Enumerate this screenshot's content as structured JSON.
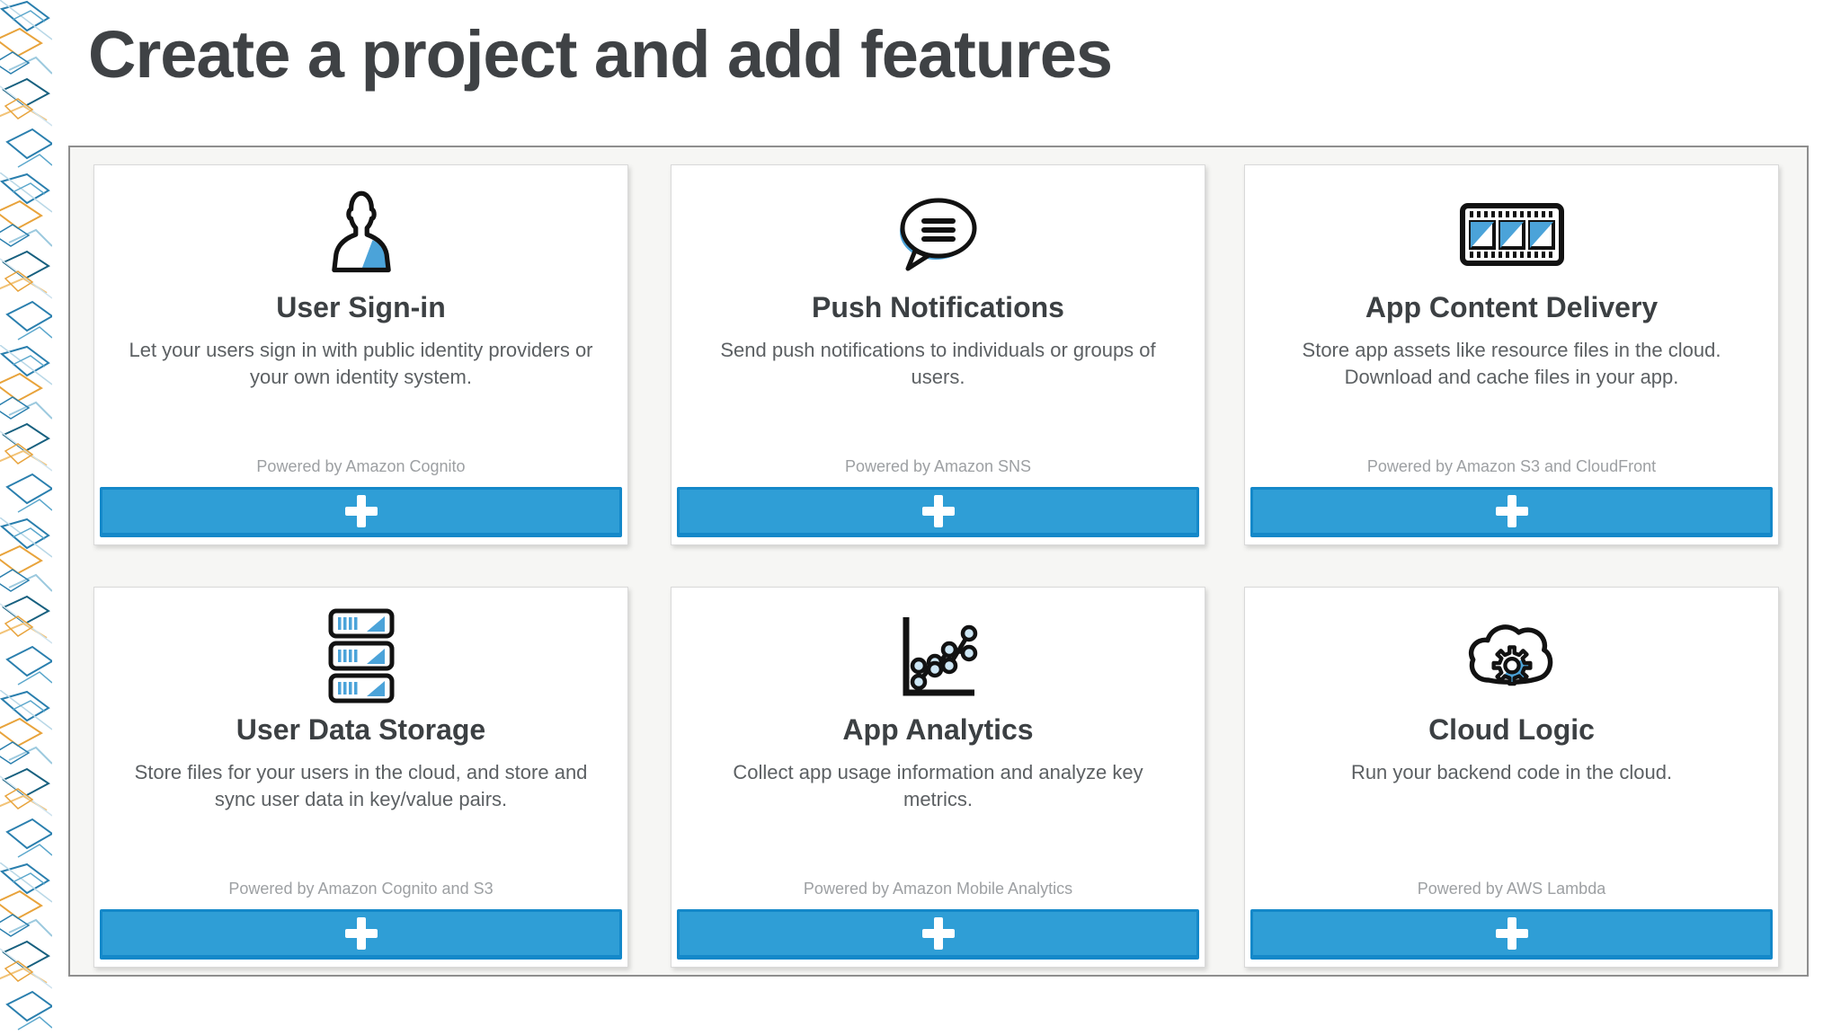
{
  "page": {
    "heading": "Create a project and add features"
  },
  "colors": {
    "accent_blue": "#2f9ed6",
    "accent_blue_border": "#1488c9",
    "icon_accent_blue": "#4ba3d9",
    "heading_text": "#3f4245",
    "container_bg": "#f6f6f4",
    "container_border": "#8e8e8e",
    "pattern_blue": "#2a7fae",
    "pattern_orange": "#e8a33b"
  },
  "add_button": {
    "symbol": "+",
    "icon": "plus-icon"
  },
  "cards": [
    {
      "icon": "user-icon",
      "title": "User Sign-in",
      "description": "Let your users sign in with public identity providers or your own identity system.",
      "powered_by": "Powered by Amazon Cognito"
    },
    {
      "icon": "speech-bubble-icon",
      "title": "Push Notifications",
      "description": "Send push notifications to individuals or groups of users.",
      "powered_by": "Powered by Amazon SNS"
    },
    {
      "icon": "film-strip-icon",
      "title": "App Content Delivery",
      "description": "Store app assets like resource files in the cloud. Download and cache files in your app.",
      "powered_by": "Powered by Amazon S3 and CloudFront"
    },
    {
      "icon": "server-stack-icon",
      "title": "User Data Storage",
      "description": "Store files for your users in the cloud, and store and sync user data in key/value pairs.",
      "powered_by": "Powered by Amazon Cognito and S3"
    },
    {
      "icon": "analytics-chart-icon",
      "title": "App Analytics",
      "description": "Collect app usage information and analyze key metrics.",
      "powered_by": "Powered by Amazon Mobile Analytics"
    },
    {
      "icon": "cloud-gear-icon",
      "title": "Cloud Logic",
      "description": "Run your backend code in the cloud.",
      "powered_by": "Powered by AWS Lambda"
    }
  ]
}
